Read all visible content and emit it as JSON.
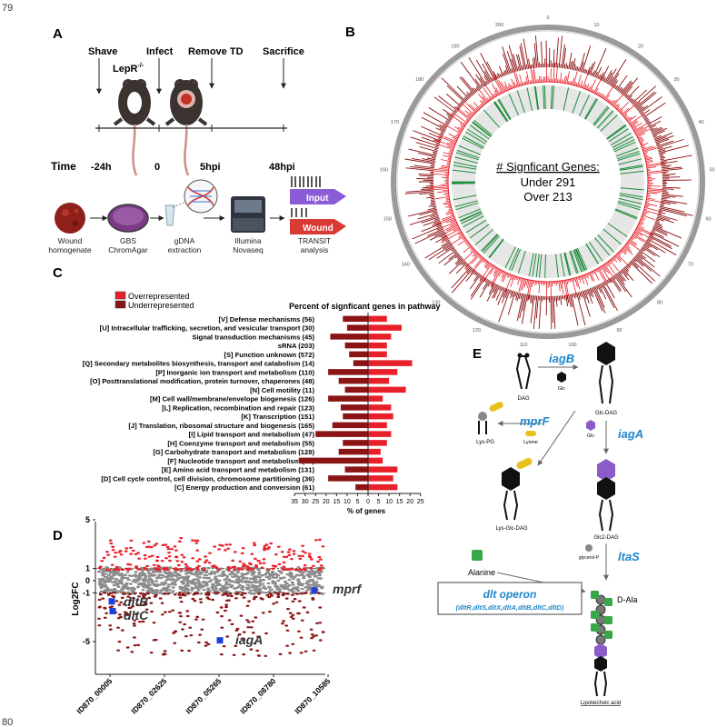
{
  "page_numbers": {
    "top": "79",
    "bottom": "80"
  },
  "panel_a": {
    "letter": "A",
    "events": [
      "Shave",
      "Infect",
      "Remove TD",
      "Sacrifice"
    ],
    "lepr": "LepR",
    "lepr_sup": "-/-",
    "time_label": "Time",
    "times": [
      "-24h",
      "0",
      "5hpi",
      "48hpi"
    ],
    "workflow": [
      "Wound homogenate",
      "GBS ChromAgar",
      "gDNA extraction",
      "Illumina Novaseq",
      "TRANSIT analysis"
    ],
    "arrow_labels": [
      "Input",
      "Wound"
    ],
    "colors": {
      "input": "#8a5cd6",
      "wound": "#d83a36"
    }
  },
  "panel_b": {
    "letter": "B",
    "center_title": "# Signficant Genes:",
    "under_label": "Under",
    "under_value": "291",
    "over_label": "Over",
    "over_value": "213",
    "ticks": [
      "0",
      "10",
      "20",
      "30",
      "40",
      "50",
      "60",
      "70",
      "80",
      "90",
      "100",
      "110",
      "120",
      "130",
      "140",
      "150",
      "160",
      "170",
      "180",
      "190",
      "200"
    ],
    "colors": {
      "outer_track": "#8b0d0d",
      "inner_track": "#e8202a",
      "green_track": "#1d8c3a"
    }
  },
  "panel_c": {
    "letter": "C",
    "legend": [
      "Overrepresented",
      "Underrepresented"
    ],
    "title": "Percent of signficant genes in pathway",
    "xlabel": "% of genes",
    "axis_ticks": [
      "35",
      "30",
      "25",
      "20",
      "15",
      "10",
      "5",
      "0",
      "5",
      "10",
      "15",
      "20",
      "25"
    ],
    "colors": {
      "over": "#e8202a",
      "under": "#8b1414"
    }
  },
  "chart_data": {
    "type": "bar",
    "title": "Percent of signficant genes in pathway",
    "xlabel": "% of genes",
    "xlim": [
      -35,
      25
    ],
    "categories": [
      "[V] Defense mechanisms (56)",
      "[U] Intracellular trafficking, secretion, and vesicular transport (30)",
      "Signal transduction mechanisms (45)",
      "sRNA (203)",
      "[S] Function unknown (572)",
      "[Q] Secondary metabolites biosynthesis, transport and catabolism (14)",
      "[P] Inorganic ion transport and metabolism (110)",
      "[O] Posttranslational modification, protein turnover, chaperones (48)",
      "[N] Cell motility (11)",
      "[M] Cell wall/membrane/envelope biogenesis (126)",
      "[L] Replication, recombination and repair (123)",
      "[K] Transcription (151)",
      "[J] Translation, ribosomal structure and biogenesis (165)",
      "[I] Lipid transport and metabolism (47)",
      "[H] Coenzyme transport and metabolism (55)",
      "[G] Carbohydrate transport and metabolism (128)",
      "[F] Nucleotide transport and metabolism (96)",
      "[E] Amino acid transport and metabolism (131)",
      "[D] Cell cycle control, cell division, chromosome partitioning (36)",
      "[C] Energy production and conversion (61)"
    ],
    "series": [
      {
        "name": "Overrepresented",
        "values": [
          9,
          16,
          11,
          9,
          9,
          21,
          14,
          10,
          18,
          7,
          11,
          12,
          9,
          11,
          9,
          6,
          7,
          14,
          12,
          14
        ]
      },
      {
        "name": "Underrepresented",
        "values": [
          12,
          10,
          18,
          11,
          9,
          7,
          19,
          14,
          11,
          19,
          13,
          12,
          17,
          25,
          12,
          14,
          33,
          11,
          19,
          6
        ]
      }
    ]
  },
  "panel_d": {
    "letter": "D",
    "ylabel": "Log2FC",
    "yticks": [
      "5",
      "1",
      "0",
      "-1",
      "-5"
    ],
    "xticks": [
      "ID870_00005",
      "ID870_02625",
      "ID870_05265",
      "ID870_08780",
      "ID870_10585"
    ],
    "genes": [
      "dltB",
      "dltC",
      "iagA",
      "mprf"
    ],
    "colors": {
      "up": "#e8202a",
      "down": "#8b1414",
      "ns": "#8c8c8c",
      "highlight": "#1f3fd8"
    }
  },
  "panel_e": {
    "letter": "E",
    "enzymes": [
      "iagB",
      "mprF",
      "iagA",
      "ltaS"
    ],
    "molecules": [
      "DAG",
      "Glc",
      "Glc-DAG",
      "Lys-PG",
      "Lysine",
      "Glc",
      "Lys-Glc-DAG",
      "Glc2-DAG",
      "glycerol-P",
      "Alanine",
      "D-Ala",
      "Lipoteichoic acid"
    ],
    "operon_title": "dlt operon",
    "operon_genes": "(dltR,dltS,dltX,dltA,dltB,dltC,dltD)",
    "colors": {
      "enzyme": "#1f86c9",
      "purple": "#8a5cc8",
      "green": "#3aa64a",
      "yellow": "#e8c21c"
    }
  }
}
